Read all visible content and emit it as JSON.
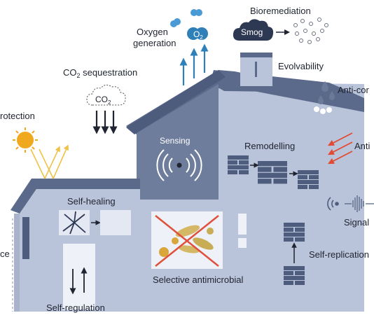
{
  "labels": {
    "protection": "rotection",
    "co2_sequestration_main": "CO",
    "co2_sequestration_sub": "2",
    "co2_sequestration_rest": " sequestration",
    "co2_cloud_main": "CO",
    "co2_cloud_sub": "2",
    "oxygen_line1": "Oxygen",
    "oxygen_line2": "generation",
    "o2_main": "O",
    "o2_sub": "2",
    "bioremediation": "Bioremediation",
    "smog": "Smog",
    "evolvability": "Evolvability",
    "anti_corrosion": "Anti-cor",
    "anti_right": "Anti",
    "sensing": "Sensing",
    "remodelling": "Remodelling",
    "self_healing": "Self-healing",
    "signal": "Signal",
    "self_replication": "Self-replication",
    "selective_antimicrobial": "Selective antimicrobial",
    "self_regulation": "Self-regulation",
    "left_edge": "ce"
  },
  "colors": {
    "house_wall": "#b9c3d9",
    "house_wall_dark": "#a9b4cc",
    "roof": "#5b6a8b",
    "tower": "#6f7d9d",
    "brick": "#4e5d7e",
    "arrow_blue": "#2f7fb8",
    "sun": "#f0a81f",
    "ray": "#efc24a",
    "red_arrow": "#e24a33",
    "cross": "#e0513d"
  },
  "icons": [
    "sun-icon",
    "co2-cloud-icon",
    "oxygen-bubble-icon",
    "smog-cloud-icon",
    "brick-icon",
    "water-drop-icon",
    "wifi-sensing-icon",
    "crack-icon",
    "bacteria-icon",
    "waveform-icon"
  ]
}
